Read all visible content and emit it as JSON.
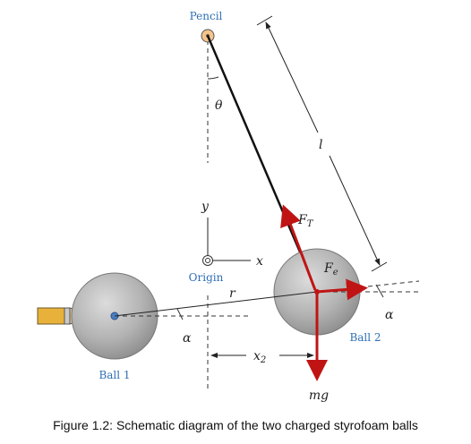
{
  "labels": {
    "pencil": "Pencil",
    "origin": "Origin",
    "ball1": "Ball 1",
    "ball2": "Ball 2"
  },
  "symbols": {
    "theta": "θ",
    "length": "l",
    "tension_F": "F",
    "tension_sub": "T",
    "electric_F": "F",
    "electric_sub": "e",
    "y_axis": "y",
    "x_axis": "x",
    "distance": "r",
    "alpha_left": "α",
    "alpha_right": "α",
    "x2_main": "x",
    "x2_sub": "2",
    "weight": "mg"
  },
  "caption": "Figure 1.2: Schematic diagram of the two charged styrofoam balls",
  "colors": {
    "force_arrow": "#c01414",
    "label_blue": "#2f6fb4",
    "ball_fill": "#a9a9a9",
    "pencil_body": "#e8b23a"
  }
}
